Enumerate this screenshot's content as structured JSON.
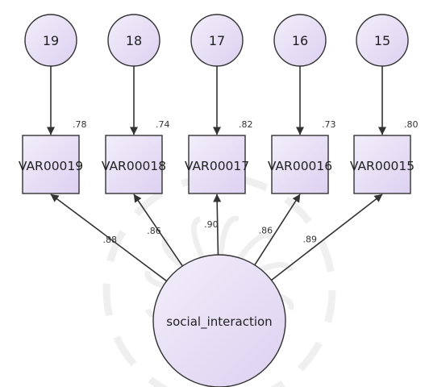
{
  "colors": {
    "node_fill_light": "#f2eefa",
    "node_fill_dark": "#ddd1f1",
    "stroke": "#333333",
    "watermark": "#e3e3e3"
  },
  "error_terms": [
    "19",
    "18",
    "17",
    "16",
    "15"
  ],
  "indicators": [
    {
      "label": "VAR00019",
      "r2": ".78",
      "loading": ".88"
    },
    {
      "label": "VAR00018",
      "r2": ".74",
      "loading": ".86"
    },
    {
      "label": "VAR00017",
      "r2": ".82",
      "loading": ".90"
    },
    {
      "label": "VAR00016",
      "r2": ".73",
      "loading": ".86"
    },
    {
      "label": "VAR00015",
      "r2": ".80",
      "loading": ".89"
    }
  ],
  "latent": {
    "label": "social_interaction"
  }
}
